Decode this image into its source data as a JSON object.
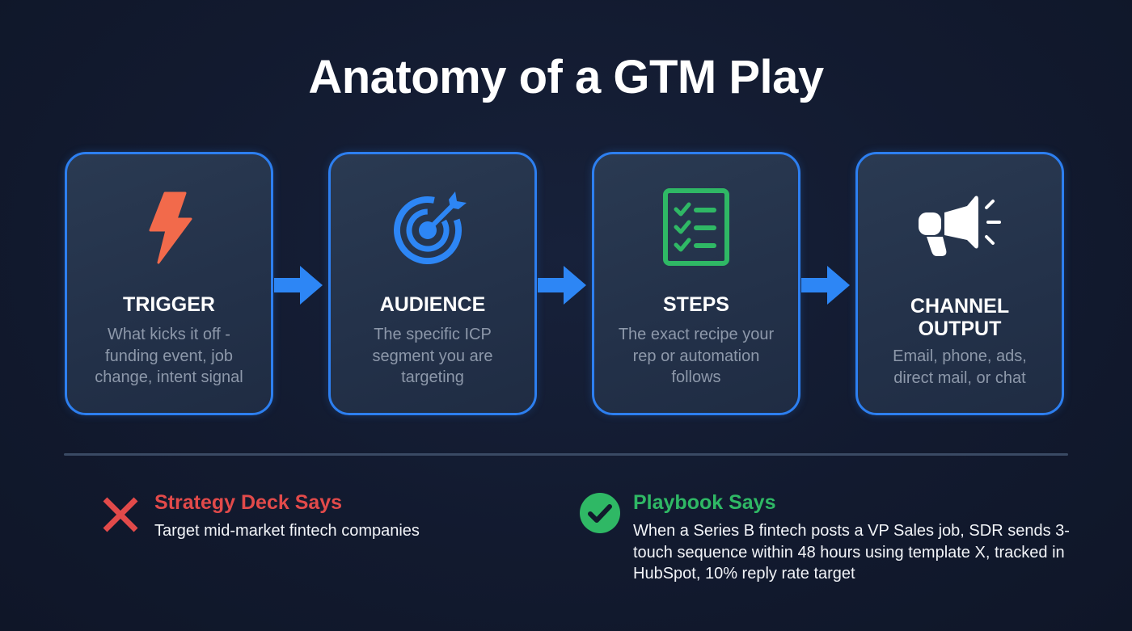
{
  "title": "Anatomy of a GTM Play",
  "colors": {
    "background": "#121a2f",
    "card_border": "#2d7ff0",
    "arrow": "#2d86f5",
    "trigger_icon": "#f26a4b",
    "audience_icon": "#2d86f5",
    "steps_icon": "#2fb865",
    "channel_icon": "#ffffff",
    "bad": "#e24a4a",
    "good": "#2fb865",
    "muted_text": "#8d98aa"
  },
  "cards": [
    {
      "icon": "lightning-bolt-icon",
      "title": "TRIGGER",
      "description": "What kicks it off - funding event, job change, intent signal"
    },
    {
      "icon": "target-icon",
      "title": "AUDIENCE",
      "description": "The specific ICP segment you are targeting"
    },
    {
      "icon": "checklist-icon",
      "title": "STEPS",
      "description": "The exact recipe your rep or automation follows"
    },
    {
      "icon": "megaphone-icon",
      "title": "CHANNEL OUTPUT",
      "description": "Email, phone, ads, direct mail, or chat"
    }
  ],
  "comparison": {
    "strategy": {
      "icon": "x-mark-icon",
      "title": "Strategy Deck Says",
      "body": "Target mid-market fintech companies"
    },
    "playbook": {
      "icon": "check-circle-icon",
      "title": "Playbook Says",
      "body": "When a Series B fintech posts a VP Sales job, SDR sends 3-touch sequence within 48 hours using template X, tracked in HubSpot, 10% reply rate target"
    }
  }
}
